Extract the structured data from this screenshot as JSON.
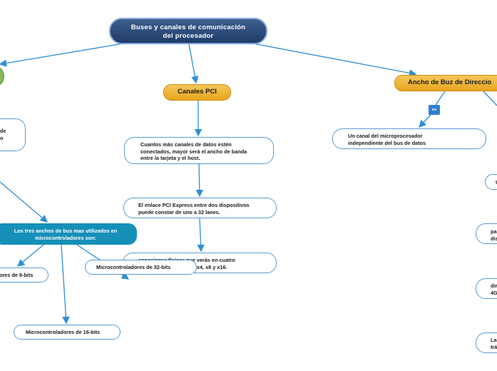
{
  "root": {
    "line1": "Buses y canales de comunicación",
    "line2": "del procesador"
  },
  "pci": {
    "title": "Canales PCI",
    "items": [
      {
        "l1": "Cuantos más canales de datos estén",
        "l2": "conectados, mayor será el ancho de banda",
        "l3": "entre la tarjeta y el host."
      },
      {
        "l1": "El enlace PCI Express entre dos dispositivos",
        "l2": "puede constar de uno a 32 lanes."
      },
      {
        "l1": "conexiones físicas que verás en cuatro",
        "l2": "tamaños primarios: x1, x4, x8 y x16."
      }
    ]
  },
  "ancho": {
    "title": "Ancho de Buz de Direccio",
    "connector": "es",
    "definition": {
      "l1": "Un canal del microprocesador",
      "l2": "independiente del bus de datos"
    },
    "right_partial": [
      "U",
      "pa",
      "dis",
      "dir",
      "4G",
      "La",
      "trá"
    ]
  },
  "left": {
    "partial_node": [
      "de",
      "o"
    ],
    "widths_node": {
      "l1": "Los tres anchos de bus mas utilizados en",
      "l2": "microcontroladores son:"
    },
    "micro8": "ores de 8-bits",
    "micro16": "Microcontroladores de 16-bits",
    "micro32": "Microcontroladores de 32-bits"
  },
  "colors": {
    "root": "#1d3b68",
    "topic": "#f0b73a",
    "teal": "#1690b8",
    "line": "#2d8fd5",
    "border": "#5b9bd5"
  }
}
